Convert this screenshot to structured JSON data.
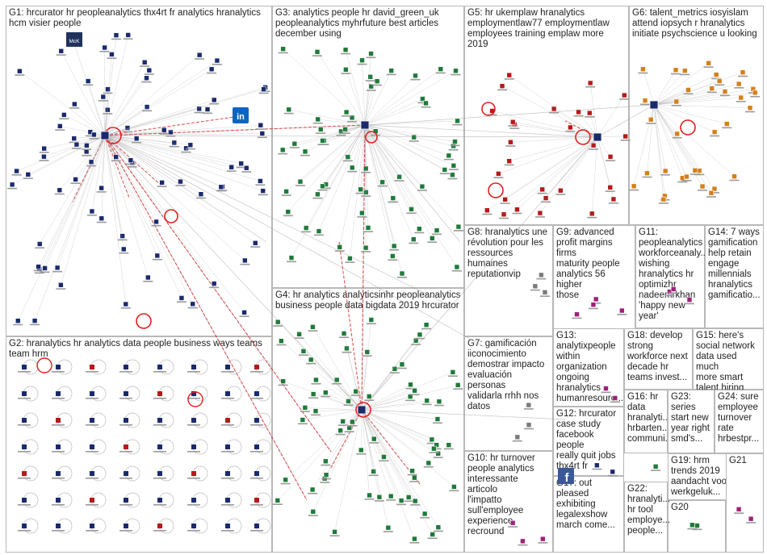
{
  "groups": [
    {
      "id": "G1",
      "label": "G1: hrcurator hr peopleanalytics thx4rt fr analytics hranalytics\nhcm visier people"
    },
    {
      "id": "G2",
      "label": "G2: hranalytics hr analytics data people business ways teams\nteam hrm"
    },
    {
      "id": "G3",
      "label": "G3: analytics people hr david_green_uk\npeopleanalytics myhrfuture best articles\ndecember using"
    },
    {
      "id": "G4",
      "label": "G4: hr analytics analyticsinhr peopleanalytics\nbusiness people data bigdata 2019 hrcurator"
    },
    {
      "id": "G5",
      "label": "G5: hr ukemplaw hranalytics\nemploymentlaw77 employmentlaw\nemployees training emplaw more 2019"
    },
    {
      "id": "G6",
      "label": "G6: talent_metrics iosyislam\nattend iopsych r hranalytics\ninitiate psychscience u looking"
    },
    {
      "id": "G7",
      "label": "G7: gamificación\niiconocimiento\ndemostrar impacto\nevaluación personas\nvalidarla rrhh nos\ndatos"
    },
    {
      "id": "G8",
      "label": "G8: hranalytics une\nrévolution pour les\nressources\nhumaines\nreputationvip"
    },
    {
      "id": "G9",
      "label": "G9: advanced\nprofit margins firms\nmaturity people\nanalytics 56 higher\nthose"
    },
    {
      "id": "G10",
      "label": "G10: hr turnover\npeople analytics\ninteressante articolo\nl'impatto\nsull'employee\nexperience recround"
    },
    {
      "id": "G11",
      "label": "G11: peopleanalytics\nworkforceanaly...\nwishing\nhranalytics hr\noptimizhr\nnadeemrkhan\n'happy new\nyear'"
    },
    {
      "id": "G12",
      "label": "G12: hrcurator\ncase study\nfacebook people\nreally quit jobs\nthx4rt fr"
    },
    {
      "id": "G13",
      "label": "G13:\nanalytixpeople\nwithin\norganization\nongoing\nhranalytics\nhumanresourc..."
    },
    {
      "id": "G14",
      "label": "G14: 7 ways\ngamification\nhelp retain\nengage\nmillennials\nhranalytics\ngamificatio..."
    },
    {
      "id": "G15",
      "label": "G15: here's\nsocial network\ndata used much\nmore smart\ntalent hiring"
    },
    {
      "id": "G16",
      "label": "G16: hr\ndata\nhranalyti...\nhrbarten...\ncommuni..."
    },
    {
      "id": "G17",
      "label": "G17: out\npleased\nexhibiting\nlegalexshow\nmarch come..."
    },
    {
      "id": "G18",
      "label": "G18: develop\nstrong\nworkforce next\ndecade hr\nteams invest..."
    },
    {
      "id": "G19",
      "label": "G19: hrm\ntrends 2019\naandacht voor\nwerkgeluk..."
    },
    {
      "id": "G20",
      "label": "G20"
    },
    {
      "id": "G21",
      "label": "G21"
    },
    {
      "id": "G22",
      "label": "G22:\nhranalyti...\nhr tool\nemploye...\npeople..."
    },
    {
      "id": "G23",
      "label": "G23:\nseries\nstart new\nyear right\nsmd's..."
    },
    {
      "id": "G24",
      "label": "G24: sure\nemployee\nturnover\nrate\nhrbestpr..."
    }
  ],
  "colors": {
    "edge": "#a0a0a0",
    "edge_highlight": "#d42020",
    "self_loop": "#e02020",
    "node_blue": "#1a2a6c",
    "node_green": "#1f7a3a",
    "node_orange": "#d5801a",
    "node_red": "#b51a1a",
    "node_magenta": "#a0207a",
    "node_gray": "#7a7a7a",
    "linkedin": "#0a66c2",
    "facebook": "#3b5998"
  },
  "icons": {
    "linkedin": "in",
    "facebook": "f",
    "mckinsey": "McK"
  }
}
